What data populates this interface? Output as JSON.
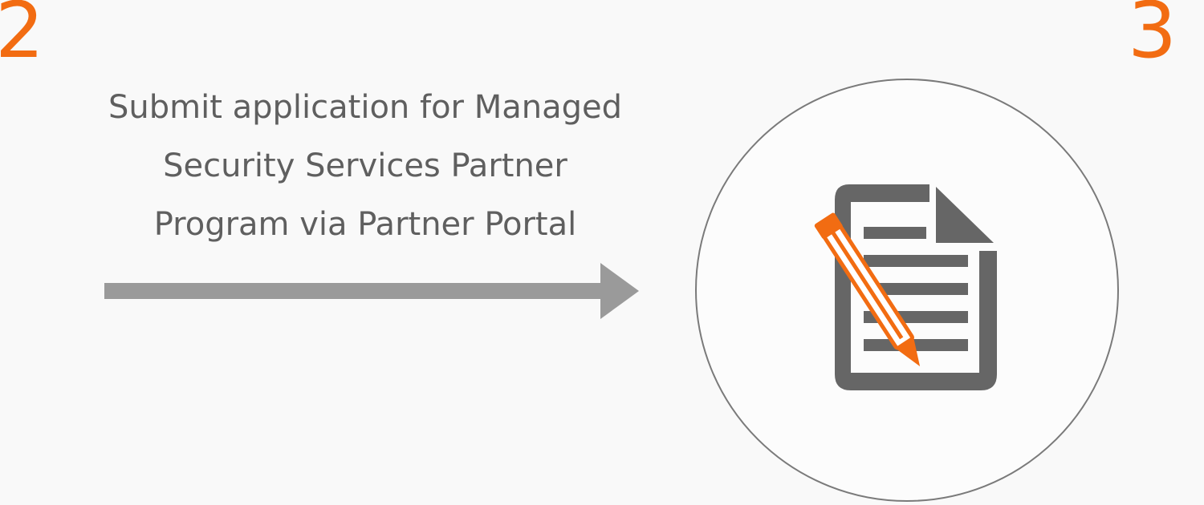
{
  "steps": {
    "previous_number": "2",
    "next_number": "3"
  },
  "caption": {
    "line1": "Submit application for Managed",
    "line2": "Security Services Partner",
    "line3": "Program via Partner Portal"
  },
  "icons": {
    "arrow": "right-arrow-icon",
    "document": "document-with-pencil-icon"
  },
  "colors": {
    "accent": "#f26c12",
    "text": "#5f5f5f",
    "arrow": "#9a9a9a",
    "icon": "#666666",
    "circle_border": "#7a7a7a"
  }
}
